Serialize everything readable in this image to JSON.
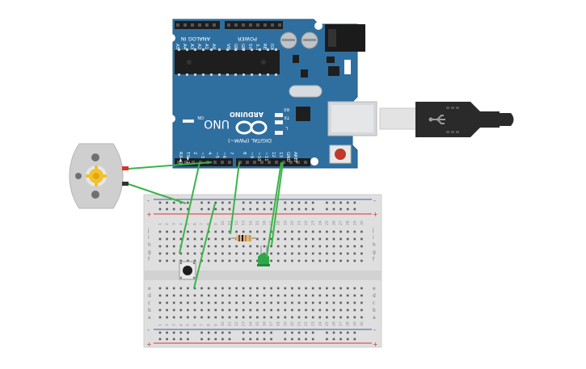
{
  "board": {
    "analog_header_label": "ANALOG IN",
    "analog_pins": [
      "A5",
      "A4",
      "A3",
      "A2",
      "A1",
      "A0"
    ],
    "power_header_label": "POWER",
    "power_pins": [
      "VIN",
      "GND",
      "GND",
      "5V",
      "3.3V",
      "RESET",
      "IOREF"
    ],
    "brand": "ARDUINO",
    "model": "UNO",
    "on_label": "ON",
    "tx_label": "TX",
    "rx_label": "RX",
    "l_label": "L",
    "digital_header_label": "DIGITAL (PWM~)",
    "digital_pins": [
      "RX◄0",
      "TX►1",
      "2",
      "~3",
      "4",
      "~5",
      "~6",
      "7",
      "8",
      "~9",
      "~10",
      "~11",
      "12",
      "13",
      "GND",
      "AREF"
    ]
  },
  "breadboard": {
    "rail_minus": "-",
    "rail_plus": "+",
    "row_letters_top": [
      "j",
      "i",
      "h",
      "g",
      "f"
    ],
    "row_letters_bottom": [
      "e",
      "d",
      "c",
      "b",
      "a"
    ],
    "column_numbers": [
      "1",
      "2",
      "3",
      "4",
      "5",
      "6",
      "7",
      "8",
      "9",
      "10",
      "11",
      "12",
      "13",
      "14",
      "15",
      "16",
      "17",
      "18",
      "19",
      "20",
      "21",
      "22",
      "23",
      "24",
      "25",
      "26",
      "27",
      "28",
      "29",
      "30"
    ]
  },
  "colors": {
    "board_blue": "#2f6fa0",
    "wire_green": "#3bb34a",
    "led_green": "#2ea84a",
    "rail_red": "#d8342c",
    "rail_blue": "#3b5b9a"
  },
  "icons": {
    "usb": "usb-icon",
    "motor": "dc-motor-icon"
  }
}
